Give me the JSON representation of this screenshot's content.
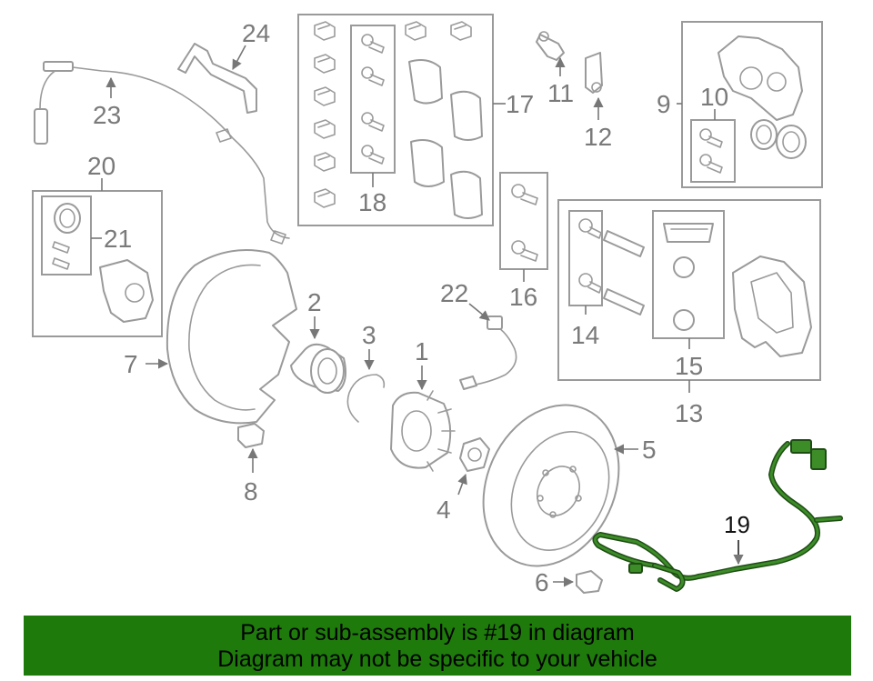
{
  "diagram": {
    "callouts": [
      "1",
      "2",
      "3",
      "4",
      "5",
      "6",
      "7",
      "8",
      "9",
      "10",
      "11",
      "12",
      "13",
      "14",
      "15",
      "16",
      "17",
      "18",
      "19",
      "20",
      "21",
      "22",
      "23",
      "24"
    ],
    "highlighted_part": "19",
    "colors": {
      "highlight_wire": "#3c8c28",
      "banner_background": "#1f7a0c",
      "line_art": "#9a9a9a"
    }
  },
  "banner": {
    "line1": "Part or sub-assembly is #19 in diagram",
    "line2": "Diagram may not be specific to your vehicle"
  }
}
